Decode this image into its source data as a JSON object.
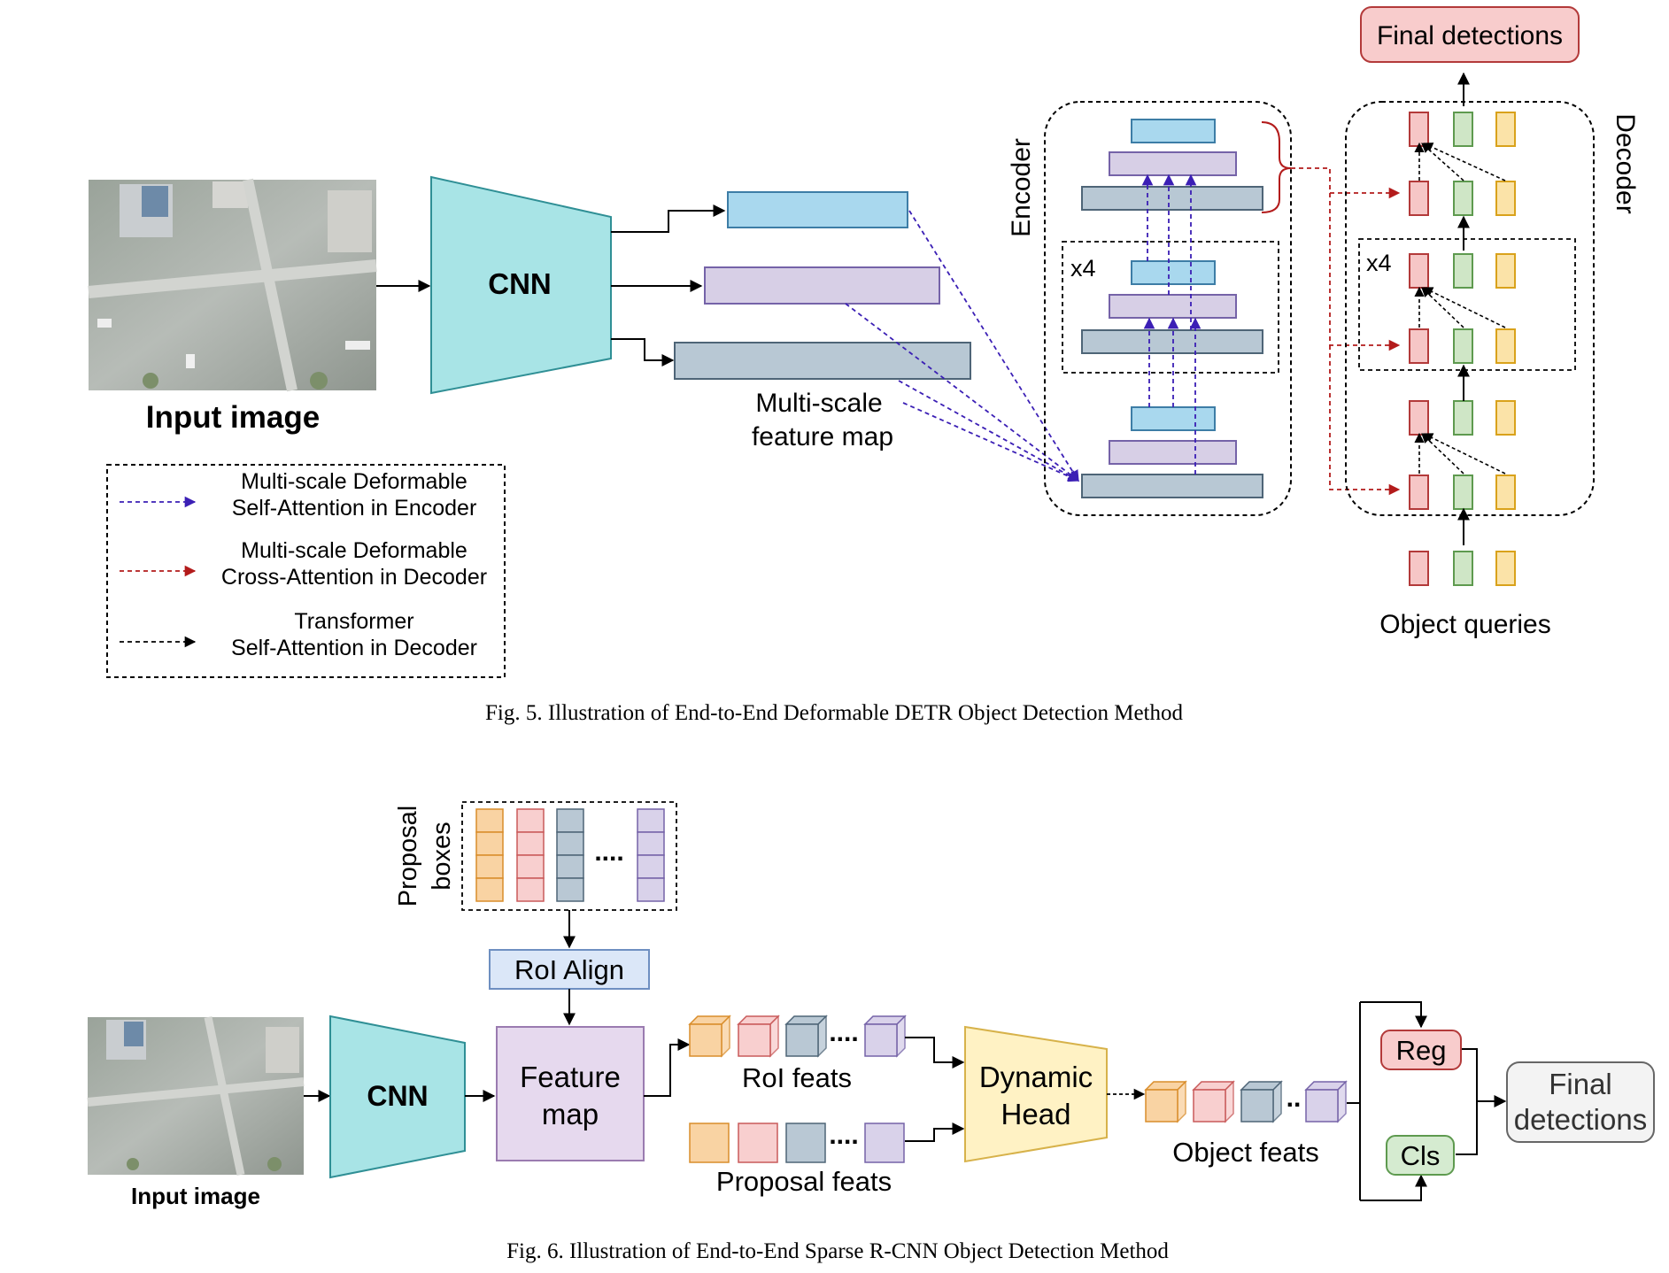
{
  "fig5": {
    "input_label": "Input image",
    "cnn_label": "CNN",
    "feature_map_label": [
      "Multi-scale",
      "feature map"
    ],
    "encoder_label": "Encoder",
    "decoder_label": "Decoder",
    "encoder_repeat": "x4",
    "decoder_repeat": "x4",
    "final_label": "Final detections",
    "queries_label": "Object queries",
    "legend": [
      {
        "lines": [
          "Multi-scale Deformable",
          "Self-Attention in Encoder"
        ],
        "color": "#3b1fb5"
      },
      {
        "lines": [
          "Multi-scale Deformable",
          "Cross-Attention in Decoder"
        ],
        "color": "#b31b1b"
      },
      {
        "lines": [
          "Transformer",
          "Self-Attention in Decoder"
        ],
        "color": "#000000"
      }
    ],
    "caption": "Fig. 5. Illustration of End-to-End Deformable DETR Object Detection Method"
  },
  "fig6": {
    "input_label": "Input image",
    "cnn_label": "CNN",
    "proposal_boxes_label": [
      "Proposal",
      "boxes"
    ],
    "roi_align_label": "RoI Align",
    "feature_map_label": [
      "Feature",
      "map"
    ],
    "roi_feats_label": "RoI feats",
    "proposal_feats_label": "Proposal feats",
    "dynamic_head_label": [
      "Dynamic",
      "Head"
    ],
    "object_feats_label": "Object feats",
    "reg_label": "Reg",
    "cls_label": "Cls",
    "final_label": [
      "Final",
      "detections"
    ],
    "caption": "Fig. 6. Illustration of End-to-End Sparse R-CNN Object Detection Method"
  },
  "colors": {
    "cnn": "#a8e4e6",
    "level1": "#a9d8ee",
    "level2": "#d7cfe6",
    "level3": "#b8c8d4",
    "query_red": "#f6c6c6",
    "query_green": "#cfe6c6",
    "query_yellow": "#fbe3a8",
    "orange": "#f9d3a3",
    "pink": "#f8cfcf",
    "slate": "#b9c8d4",
    "lavender": "#d9d2ea",
    "roi": "#dbe7f8",
    "feature": "#e6d9ee",
    "dyn_head": "#fff2c4",
    "reg": "#f8cccc",
    "cls": "#d5ebd0",
    "final_box": "#f3f3f3",
    "final5": "#f8cccc"
  }
}
